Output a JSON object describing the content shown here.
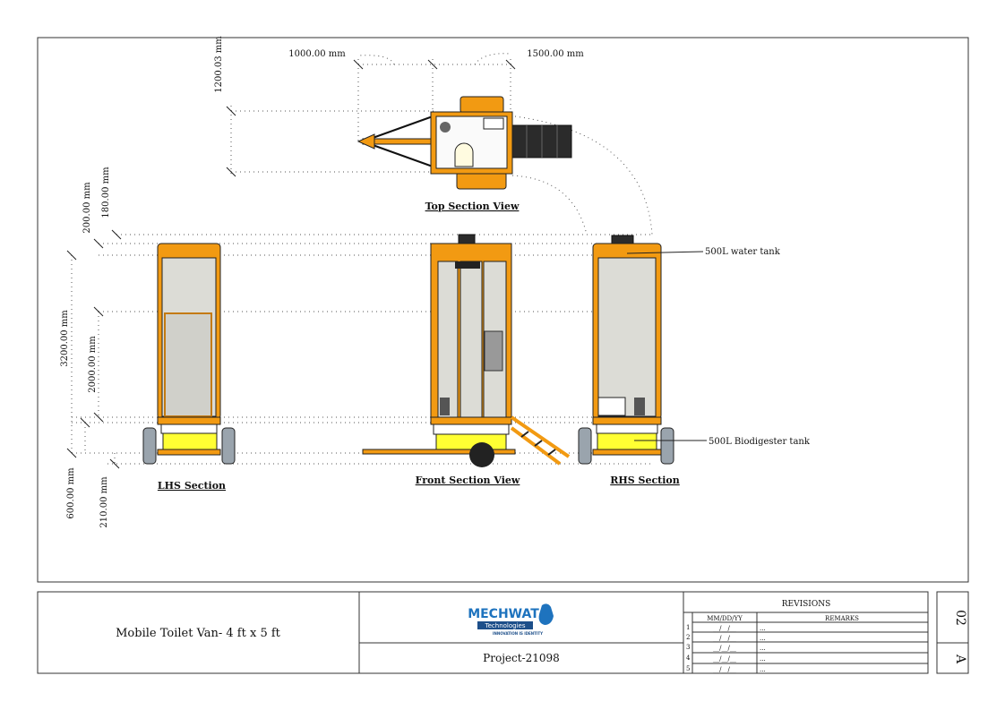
{
  "dimensions": {
    "d1000": "1000.00 mm",
    "d1500": "1500.00 mm",
    "d1200": "1200.03 mm",
    "d200": "200.00 mm",
    "d180": "180.00 mm",
    "d3200": "3200.00 mm",
    "d2000": "2000.00 mm",
    "d600": "600.00 mm",
    "d210": "210.00 mm"
  },
  "views": {
    "top": "Top Section  View",
    "lhs": "LHS Section",
    "front": "Front Section  View",
    "rhs": "RHS Section"
  },
  "annotations": {
    "water_tank": "500L water tank",
    "biodigester": "500L Biodigester tank"
  },
  "title_block": {
    "title": "Mobile Toilet Van- 4 ft x 5 ft",
    "logo_name": "MECHWAT",
    "logo_sub": "Technologies",
    "logo_tagline": "INNOVATION IS IDENTITY",
    "project": "Project-21098",
    "sheet": "02",
    "revision": "A"
  },
  "revisions": {
    "heading": "REVISIONS",
    "col_date": "MM/DD/YY",
    "col_remarks": "REMARKS",
    "rows": [
      {
        "no": "1",
        "date": "__/__/__",
        "remarks": "..."
      },
      {
        "no": "2",
        "date": "__/__/__",
        "remarks": "..."
      },
      {
        "no": "3",
        "date": "__/__/__",
        "remarks": "..."
      },
      {
        "no": "4",
        "date": "__/__/__",
        "remarks": "..."
      },
      {
        "no": "5",
        "date": "__/__/__",
        "remarks": "..."
      }
    ]
  },
  "colors": {
    "frame_orange": "#f29a12",
    "tank_yellow": "#ffff33",
    "logo_blue": "#1e73be"
  }
}
